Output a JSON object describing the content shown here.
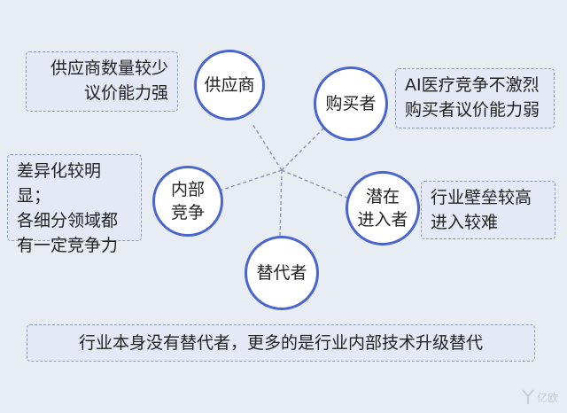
{
  "nodes": {
    "supplier": "供应商",
    "buyer": "购买者",
    "internal": "内部\n竞争",
    "entrant": "潜在\n进入者",
    "substitute": "替代者"
  },
  "notes": {
    "supplier": "供应商数量较少\n议价能力强",
    "buyer": "AI医疗竞争不激烈\n购买者议价能力弱",
    "internal": "差异化较明显；\n各细分领域都\n有一定竞争力",
    "entrant": "行业壁垒较高\n进入较难",
    "substitute": "行业本身没有替代者，更多的是行业内部技术升级替代"
  },
  "watermark": "亿欧",
  "colors": {
    "circle_border": "#4a66cc",
    "box_bg": "#e5e9f6",
    "box_border": "#8f9bb8",
    "background": "#e8edf4"
  }
}
